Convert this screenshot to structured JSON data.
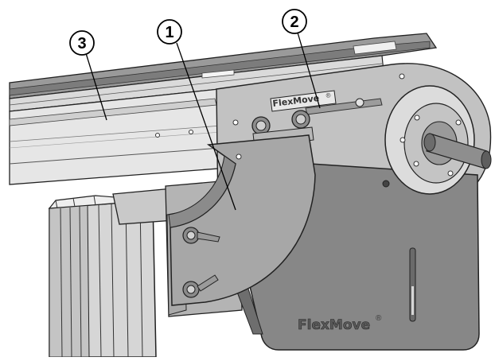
{
  "figure": {
    "callouts": [
      {
        "id": "1",
        "label": "1"
      },
      {
        "id": "2",
        "label": "2"
      },
      {
        "id": "3",
        "label": "3"
      }
    ],
    "brand_plate_label": "FlexMove",
    "brand_plate_mark": "®",
    "cover_logo_label": "FlexMove",
    "cover_logo_mark": "®"
  },
  "colors": {
    "outline": "#222222",
    "metal_light": "#e2e2e2",
    "metal_mid": "#bdbdbd",
    "metal_dark": "#8c8c8c",
    "cover_grey": "#858585",
    "bracket_grey": "#9f9f9f"
  }
}
